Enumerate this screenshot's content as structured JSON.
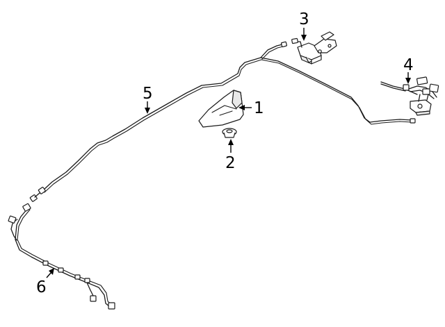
{
  "diagram": {
    "callouts": [
      {
        "id": "callout-1",
        "label": "1"
      },
      {
        "id": "callout-2",
        "label": "2"
      },
      {
        "id": "callout-3",
        "label": "3"
      },
      {
        "id": "callout-4",
        "label": "4"
      },
      {
        "id": "callout-5",
        "label": "5"
      },
      {
        "id": "callout-6",
        "label": "6"
      }
    ],
    "line_color": "#1a1a1a",
    "background": "#ffffff"
  }
}
